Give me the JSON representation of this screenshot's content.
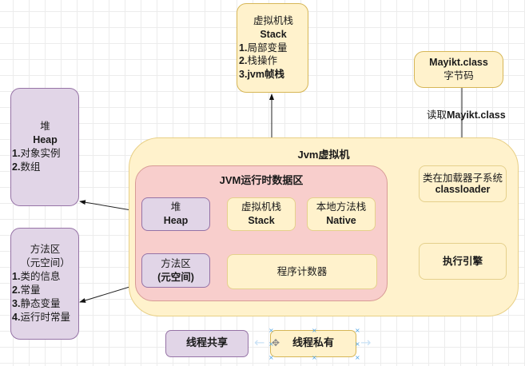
{
  "diagram": {
    "stack_top": {
      "title": "虚拟机栈",
      "subtitle": "Stack",
      "items": [
        {
          "num": "1.",
          "text": "局部变量"
        },
        {
          "num": "2.",
          "text": "栈操作"
        },
        {
          "num": "3.",
          "text": "jvm帧栈"
        }
      ]
    },
    "bytecode": {
      "title": "Mayikt.class",
      "subtitle": "字节码"
    },
    "read_label": {
      "prefix": "读取",
      "bold": "Mayikt.class"
    },
    "heap_left": {
      "title": "堆",
      "subtitle": "Heap",
      "items": [
        {
          "num": "1.",
          "text": "对象实例"
        },
        {
          "num": "2.",
          "text": "数组"
        }
      ]
    },
    "method_left": {
      "title": "方法区",
      "subtitle": "（元空间）",
      "items": [
        {
          "num": "1.",
          "text": "类的信息"
        },
        {
          "num": "2.",
          "text": "常量"
        },
        {
          "num": "3.",
          "text": "静态变量"
        },
        {
          "num": "4.",
          "text": "运行时常量"
        }
      ]
    },
    "jvm": {
      "title_bold": "Jvm",
      "title_rest": "虚拟机"
    },
    "runtime_area": {
      "title_bold": "JVM",
      "title_rest": "运行时数据区"
    },
    "inner_heap": {
      "title": "堆",
      "subtitle": "Heap"
    },
    "inner_stack": {
      "title": "虚拟机栈",
      "subtitle": "Stack"
    },
    "inner_native": {
      "title": "本地方法栈",
      "subtitle": "Native"
    },
    "inner_method": {
      "title": "方法区",
      "subtitle": "(元空间)"
    },
    "inner_pc": {
      "title": "程序计数器"
    },
    "classloader": {
      "title": "类在加载器子系统",
      "subtitle": "classloader"
    },
    "exec_engine": {
      "title": "执行引擎"
    },
    "legend": {
      "shared": "线程共享",
      "private": "线程私有"
    },
    "colors": {
      "shared_fill": "#e1d5e7",
      "private_fill": "#fff2cc",
      "runtime_fill": "#f8cecc",
      "selection": "#4ea4e4"
    }
  }
}
